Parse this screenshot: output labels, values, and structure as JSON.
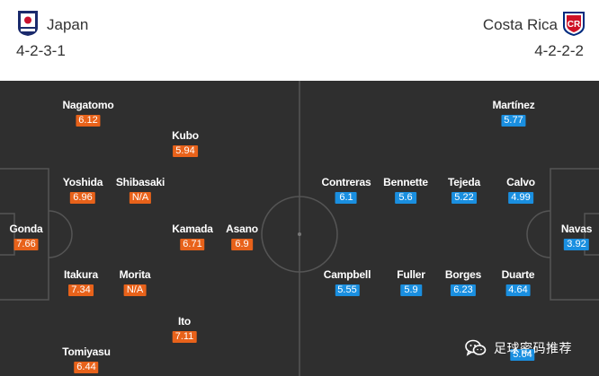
{
  "home": {
    "name": "Japan",
    "formation": "4-2-3-1",
    "crest_icon": "japan-crest-icon",
    "rating_color": "#e8621a",
    "players": [
      {
        "name": "Gonda",
        "rating": "7.66"
      },
      {
        "name": "Nagatomo",
        "rating": "6.12"
      },
      {
        "name": "Yoshida",
        "rating": "6.96"
      },
      {
        "name": "Itakura",
        "rating": "7.34"
      },
      {
        "name": "Tomiyasu",
        "rating": "6.44"
      },
      {
        "name": "Shibasaki",
        "rating": "N/A"
      },
      {
        "name": "Morita",
        "rating": "N/A"
      },
      {
        "name": "Kubo",
        "rating": "5.94"
      },
      {
        "name": "Kamada",
        "rating": "6.71"
      },
      {
        "name": "Ito",
        "rating": "7.11"
      },
      {
        "name": "Asano",
        "rating": "6.9"
      }
    ]
  },
  "away": {
    "name": "Costa Rica",
    "formation": "4-2-2-2",
    "crest_icon": "costa-rica-crest-icon",
    "rating_color": "#1a8fe0",
    "players": [
      {
        "name": "Navas",
        "rating": "3.92"
      },
      {
        "name": "Martínez",
        "rating": "5.77"
      },
      {
        "name": "Calvo",
        "rating": "4.99"
      },
      {
        "name": "Duarte",
        "rating": "4.64"
      },
      {
        "name": "",
        "rating": "5.64"
      },
      {
        "name": "Tejeda",
        "rating": "5.22"
      },
      {
        "name": "Borges",
        "rating": "6.23"
      },
      {
        "name": "Bennette",
        "rating": "5.6"
      },
      {
        "name": "Fuller",
        "rating": "5.9"
      },
      {
        "name": "Contreras",
        "rating": "6.1"
      },
      {
        "name": "Campbell",
        "rating": "5.55"
      }
    ]
  },
  "watermark": {
    "text": "足球密码推荐",
    "icon": "wechat-icon"
  },
  "colors": {
    "pitch": "#2f2f2f",
    "pitch_lines": "#555555",
    "header_bg": "#ffffff"
  }
}
